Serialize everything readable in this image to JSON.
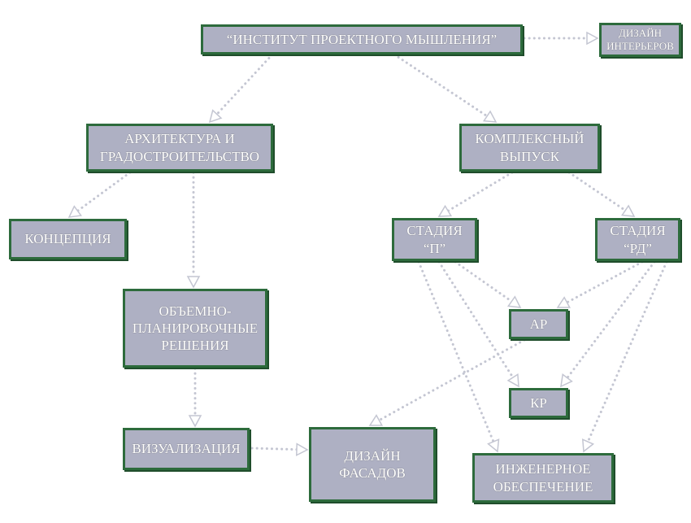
{
  "nodes": {
    "institute": "“ИНСТИТУТ ПРОЕКТНОГО  МЫШЛЕНИЯ”",
    "interior": "ДИЗАЙН\nИНТЕРЬЕРОВ",
    "architecture": "АРХИТЕКТУРА И\nГРАДОСТРОИТЕЛЬСТВО",
    "complex": "КОМПЛЕКСНЫЙ\nВЫПУСК",
    "concept": "КОНЦЕПЦИЯ",
    "stage_p": "СТАДИЯ\n“П”",
    "stage_rd": "СТАДИЯ\n“РД”",
    "volume": "ОБЪЕМНО-\nПЛАНИРОВОЧНЫЕ\nРЕШЕНИЯ",
    "ar": "АР",
    "kr": "КР",
    "visualization": "ВИЗУАЛИЗАЦИЯ",
    "facade": "ДИЗАЙН\nФАСАДОВ",
    "engineering": "ИНЖЕНЕРНОЕ\nОБЕСПЕЧЕНИЕ"
  },
  "colors": {
    "box_fill": "#aeb0c3",
    "box_border": "#2d6b3c",
    "text": "#ffffff",
    "connector": "#c4c6d2"
  },
  "edges": [
    {
      "from": "institute",
      "to": "interior"
    },
    {
      "from": "institute",
      "to": "architecture"
    },
    {
      "from": "institute",
      "to": "complex"
    },
    {
      "from": "architecture",
      "to": "concept"
    },
    {
      "from": "architecture",
      "to": "volume"
    },
    {
      "from": "volume",
      "to": "visualization"
    },
    {
      "from": "visualization",
      "to": "facade"
    },
    {
      "from": "complex",
      "to": "stage_p"
    },
    {
      "from": "complex",
      "to": "stage_rd"
    },
    {
      "from": "stage_p",
      "to": "ar"
    },
    {
      "from": "stage_p",
      "to": "kr"
    },
    {
      "from": "stage_p",
      "to": "engineering"
    },
    {
      "from": "stage_rd",
      "to": "ar"
    },
    {
      "from": "stage_rd",
      "to": "kr"
    },
    {
      "from": "stage_rd",
      "to": "engineering"
    },
    {
      "from": "ar",
      "to": "facade"
    }
  ]
}
